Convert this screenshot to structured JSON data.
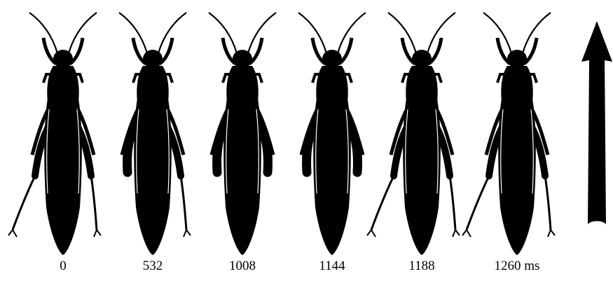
{
  "colors": {
    "background": "#ffffff",
    "silhouette": "#000000",
    "highlight": "#ffffff"
  },
  "frames": [
    {
      "label": "0",
      "time_ms": 0,
      "left_hind_leg": "extended",
      "right_hind_leg": "extended"
    },
    {
      "label": "532",
      "time_ms": 532,
      "left_hind_leg": "folded",
      "right_hind_leg": "extended"
    },
    {
      "label": "1008",
      "time_ms": 1008,
      "left_hind_leg": "folded",
      "right_hind_leg": "folded"
    },
    {
      "label": "1144",
      "time_ms": 1144,
      "left_hind_leg": "folded",
      "right_hind_leg": "folded"
    },
    {
      "label": "1188",
      "time_ms": 1188,
      "left_hind_leg": "extended",
      "right_hind_leg": "extended"
    },
    {
      "label": "1260 ms",
      "time_ms": 1260,
      "left_hind_leg": "extended",
      "right_hind_leg": "extended"
    }
  ],
  "direction_arrow": {
    "icon": "up-arrow-icon",
    "direction": "up"
  }
}
